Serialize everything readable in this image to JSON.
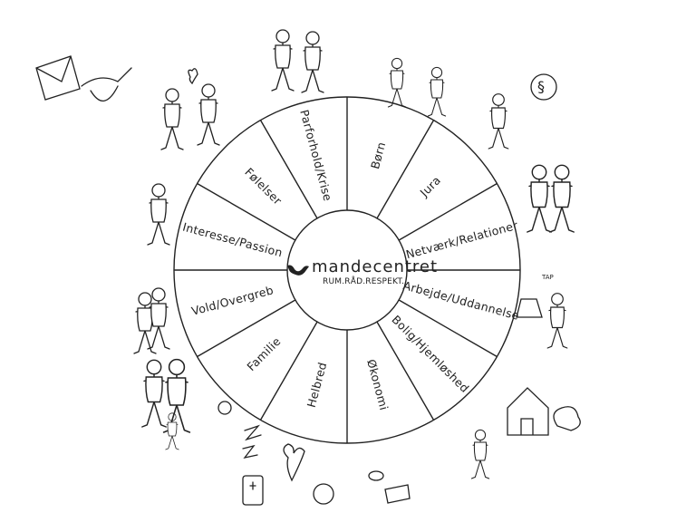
{
  "center": {
    "name": "mandecentret",
    "tagline": "RUM.RÅD.RESPEKT."
  },
  "segments": [
    {
      "label": "Børn"
    },
    {
      "label": "Jura"
    },
    {
      "label": "Netværk/Relationer"
    },
    {
      "label": "Arbejde/Uddannelse"
    },
    {
      "label": "Bolig/Hjemløshed"
    },
    {
      "label": "Økonomi"
    },
    {
      "label": "Helbred"
    },
    {
      "label": "Familie"
    },
    {
      "label": "Vold/Overgreb"
    },
    {
      "label": "Interesse/Passion"
    },
    {
      "label": "Følelser"
    },
    {
      "label": "Parforhold/Krise"
    }
  ],
  "illustrations": {
    "paragraph_symbol": "§",
    "tap_text": "TAP"
  },
  "colors": {
    "ink": "#222222",
    "background": "#ffffff"
  }
}
